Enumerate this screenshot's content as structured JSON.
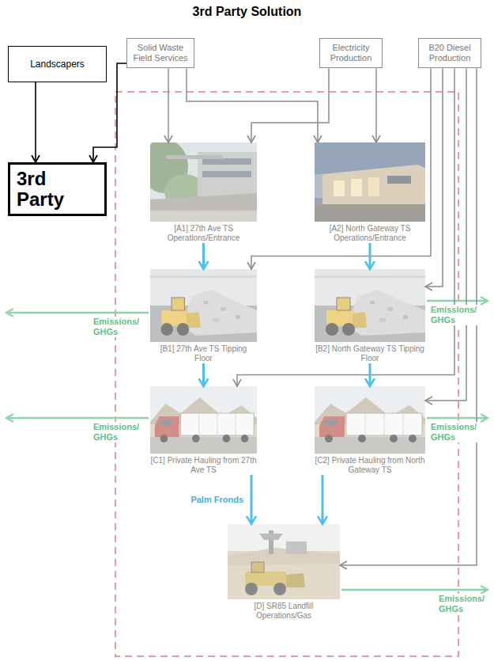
{
  "diagram": {
    "title": "3rd Party Solution",
    "nodes": [
      {
        "text": [
          "Solid Waste Field Services"
        ]
      },
      {
        "text": [
          "Electricity Production"
        ]
      },
      {
        "text": [
          "B20 Diesel Production"
        ]
      },
      {
        "text": [
          "Landscapers"
        ]
      },
      {
        "text": [
          "3rd Party"
        ]
      },
      {
        "text": [
          "[A1] 27th Ave TS Operations/Entrance"
        ]
      },
      {
        "text": [
          "[A2] North Gateway TS Operations/Entrance"
        ]
      },
      {
        "text": [
          "[B1] 27th Ave TS Tipping Floor"
        ]
      },
      {
        "text": [
          "[B2] North Gateway TS Tipping Floor"
        ]
      },
      {
        "text": [
          "[C1] Private Hauling from 27th Ave TS"
        ]
      },
      {
        "text": [
          "[C2] Private Hauling from North Gateway TS"
        ]
      },
      {
        "text": [
          "[D] SR85 Landfill Operations/Gas"
        ]
      }
    ],
    "edges": [
      {
        "from": 3,
        "to": 4,
        "arrow": "to"
      },
      {
        "from": 0,
        "to": 4,
        "arrow": "to"
      },
      {
        "from": 0,
        "to": 5,
        "arrow": "to"
      },
      {
        "from": 0,
        "to": 6,
        "arrow": "to"
      },
      {
        "from": 1,
        "to": 5,
        "arrow": "to"
      },
      {
        "from": 1,
        "to": 6,
        "arrow": "to"
      },
      {
        "from": 2,
        "to": 7,
        "arrow": "to"
      },
      {
        "from": 2,
        "to": 8,
        "arrow": "to"
      },
      {
        "from": 2,
        "to": 9,
        "arrow": "to"
      },
      {
        "from": 2,
        "to": 10,
        "arrow": "to"
      },
      {
        "from": 2,
        "to": 11,
        "arrow": "to"
      },
      {
        "from": 5,
        "to": 7,
        "arrow": "to"
      },
      {
        "from": 7,
        "to": 9,
        "arrow": "to"
      },
      {
        "from": 9,
        "to": 11,
        "label": "Palm Fronds",
        "arrow": "to"
      },
      {
        "from": 6,
        "to": 8,
        "arrow": "to"
      },
      {
        "from": 8,
        "to": 10,
        "arrow": "to"
      },
      {
        "from": 10,
        "to": 11,
        "arrow": "to"
      }
    ],
    "labels": [
      "Emissions/ GHGs",
      "Emissions/ GHGs",
      "Emissions/ GHGs",
      "Emissions/ GHGs",
      "Emissions/ GHGs"
    ]
  }
}
